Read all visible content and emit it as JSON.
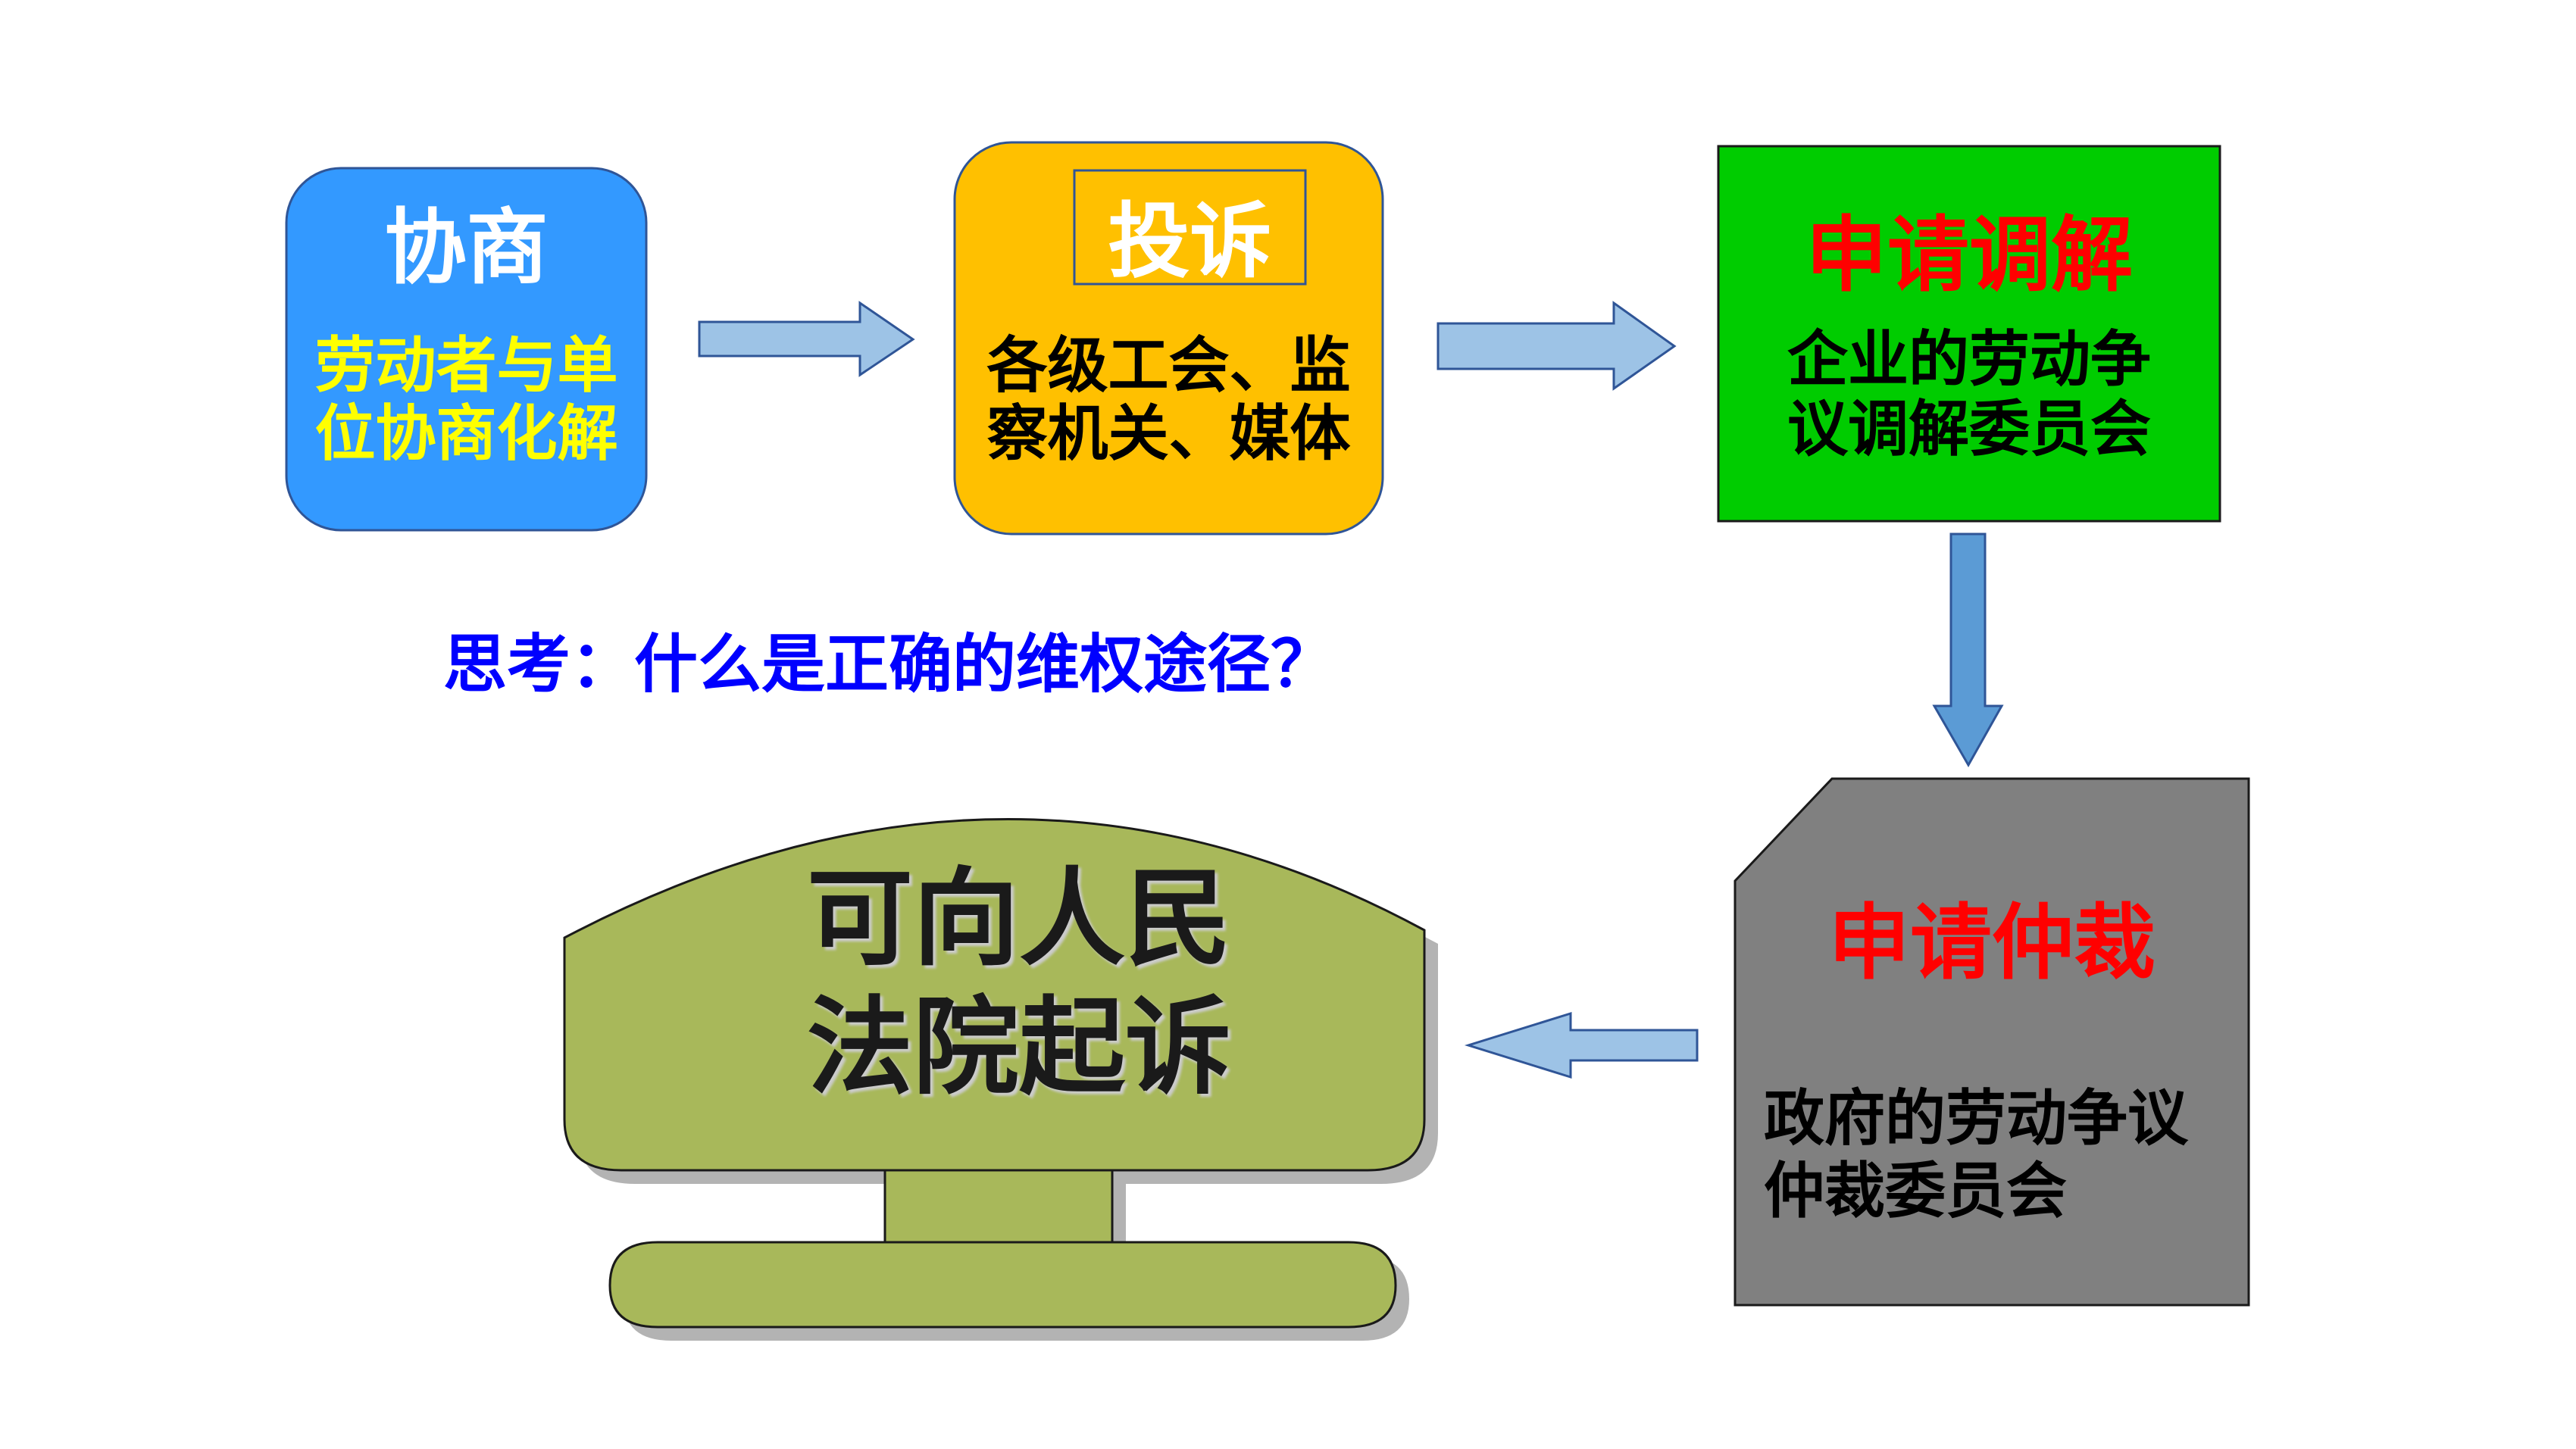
{
  "colors": {
    "negotiate_fill": "#3399ff",
    "complaint_fill": "#ffc000",
    "mediation_fill": "#00cc00",
    "arbitration_fill": "#808080",
    "court_fill": "#a8b85a",
    "arrow_fill": "#9dc3e6",
    "arrow_down_fill": "#5b9bd5",
    "question_color": "#0000ff",
    "heading_red": "#ff0000",
    "yellow_text": "#ffff00"
  },
  "steps": {
    "negotiate": {
      "title": "协商",
      "desc_line1": "劳动者与单",
      "desc_line2": "位协商化解"
    },
    "complaint": {
      "title": "投诉",
      "desc_line1": "各级工会、监",
      "desc_line2": "察机关、媒体"
    },
    "mediation": {
      "title": "申请调解",
      "desc_line1": "企业的劳动争",
      "desc_line2": "议调解委员会"
    },
    "arbitration": {
      "title": "申请仲裁",
      "desc_line1": "政府的劳动争议",
      "desc_line2": "仲裁委员会"
    },
    "court": {
      "line1": "可向人民",
      "line2": "法院起诉"
    }
  },
  "question": "思考：什么是正确的维权途径？",
  "icons": {
    "arrow1": "right-arrow-icon",
    "arrow2": "right-arrow-icon",
    "arrow3": "down-arrow-icon",
    "arrow4": "left-arrow-icon"
  }
}
